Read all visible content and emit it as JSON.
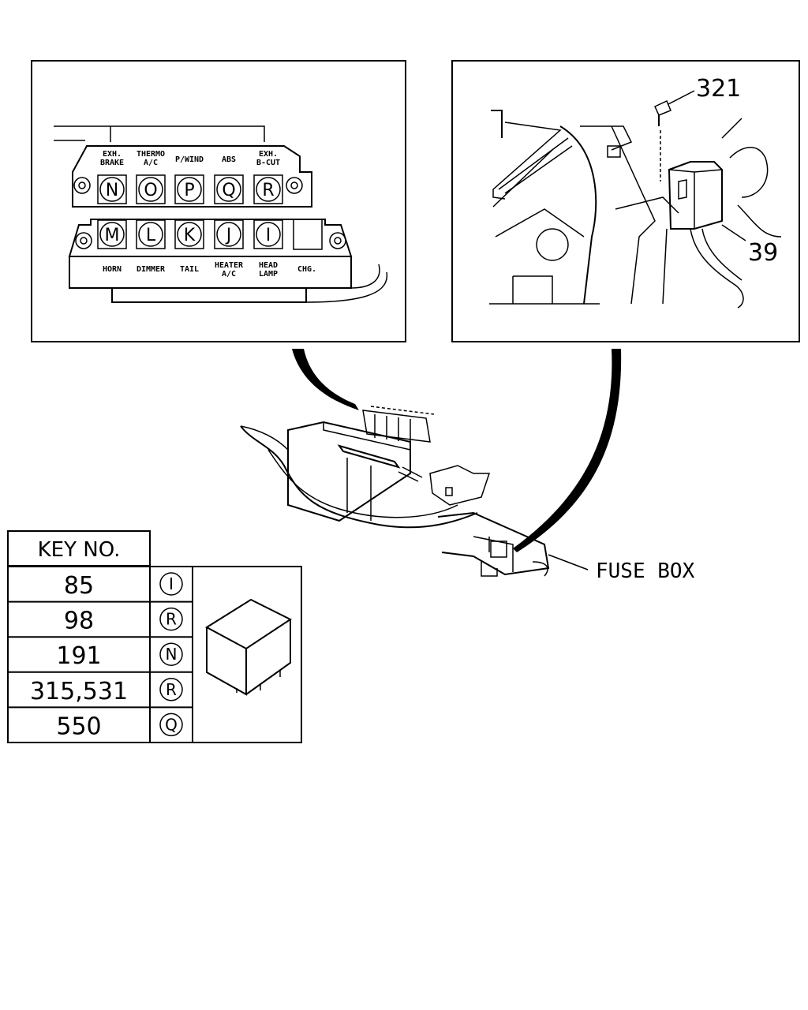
{
  "relay_panel": {
    "top_labels": [
      "EXH.\nBRAKE",
      "THERMO\nA/C",
      "P/WIND",
      "ABS",
      "EXH.\nB-CUT"
    ],
    "top_letters": [
      "N",
      "O",
      "P",
      "Q",
      "R"
    ],
    "bottom_letters": [
      "M",
      "L",
      "K",
      "J",
      "I",
      ""
    ],
    "bottom_labels": [
      "HORN",
      "DIMMER",
      "TAIL",
      "HEATER\nA/C",
      "HEAD\nLAMP",
      "CHG."
    ]
  },
  "mount_callouts": {
    "bolt": "321",
    "bracket": "39"
  },
  "fuse_box_label": "FUSE BOX",
  "key_table": {
    "header": "KEY NO.",
    "rows": [
      {
        "key": "85",
        "letter": "I"
      },
      {
        "key": "98",
        "letter": "R"
      },
      {
        "key": "191",
        "letter": "N"
      },
      {
        "key": "315,531",
        "letter": "R"
      },
      {
        "key": "550",
        "letter": "Q"
      }
    ]
  }
}
